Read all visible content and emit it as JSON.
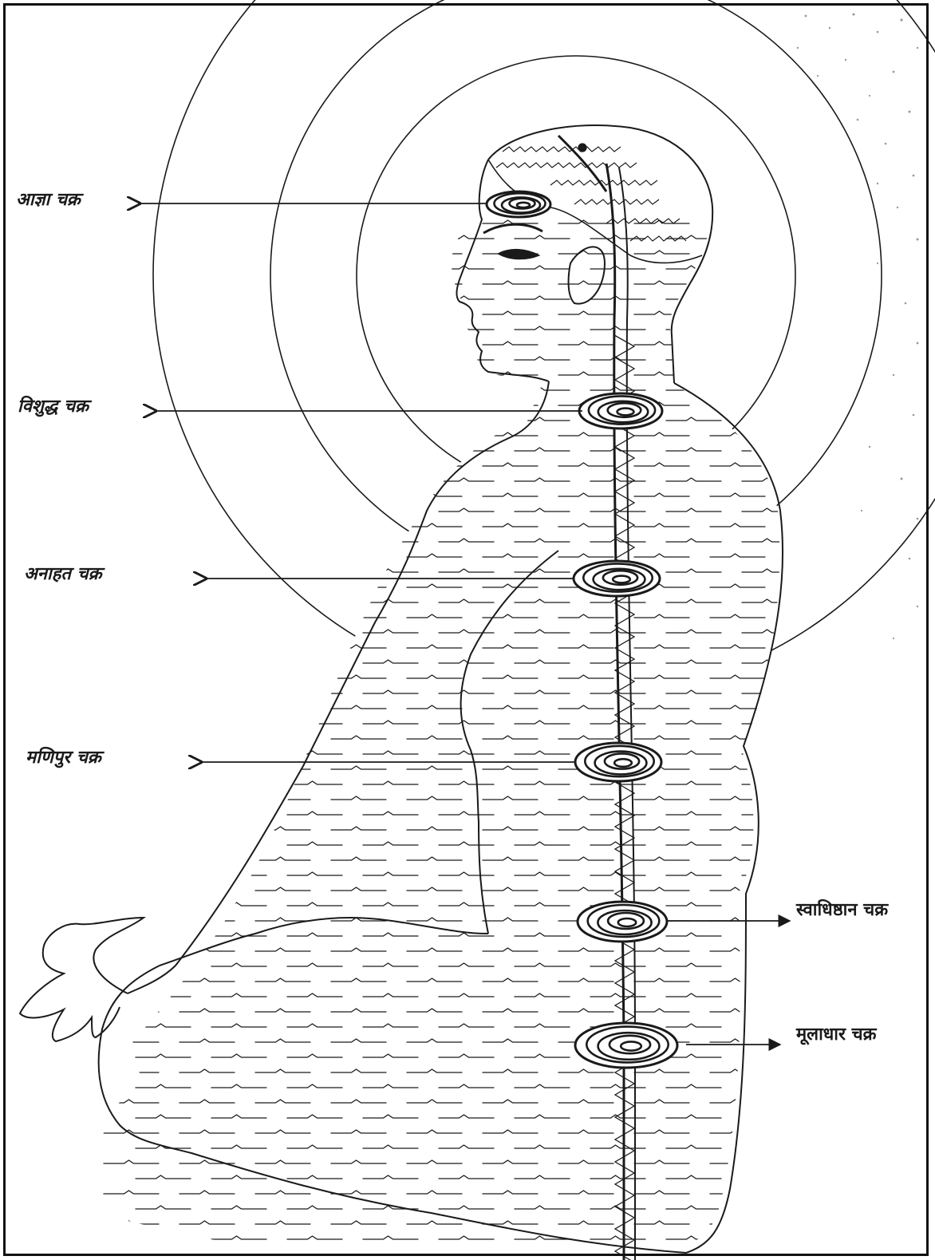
{
  "diagram": {
    "chakras": [
      {
        "id": "ajna",
        "label": "आज्ञा चक्र",
        "side": "left"
      },
      {
        "id": "vishuddha",
        "label": "विशुद्ध चक्र",
        "side": "left"
      },
      {
        "id": "anahata",
        "label": "अनाहत चक्र",
        "side": "left"
      },
      {
        "id": "manipura",
        "label": "मणिपुर चक्र",
        "side": "left"
      },
      {
        "id": "svadhisthana",
        "label": "स्वाधिष्ठान चक्र",
        "side": "right"
      },
      {
        "id": "muladhara",
        "label": "मूलाधार चक्र",
        "side": "right"
      }
    ],
    "colors": {
      "ink": "#1a1a1a",
      "paper": "#ffffff"
    }
  }
}
